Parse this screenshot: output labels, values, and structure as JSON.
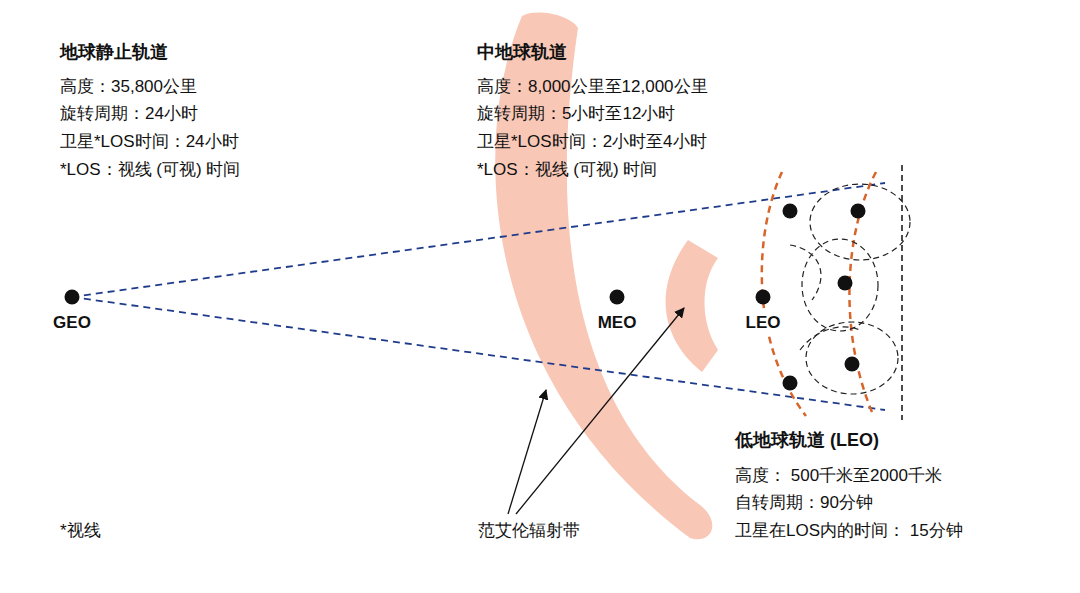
{
  "diagram": {
    "nodes": [
      {
        "text": [
          "GEO"
        ]
      },
      {
        "text": [
          "MEO"
        ]
      },
      {
        "text": [
          "LEO"
        ]
      }
    ],
    "labels": [
      "地球静止轨道",
      "高度：35,800公里",
      "旋转周期：24小时",
      "卫星*LOS时间：24小时",
      "*LOS：视线 (可视) 时间",
      "中地球轨道",
      "高度：8,000公里至12,000公里",
      "旋转周期：5小时至12小时",
      "卫星*LOS时间：2小时至4小时",
      "*LOS：视线 (可视) 时间",
      "低地球轨道 (LEO)",
      "高度： 500千米至2000千米",
      "自转周期：90分钟",
      "卫星在LOS内的时间： 15分钟",
      "*视线",
      "范艾伦辐射带"
    ]
  }
}
